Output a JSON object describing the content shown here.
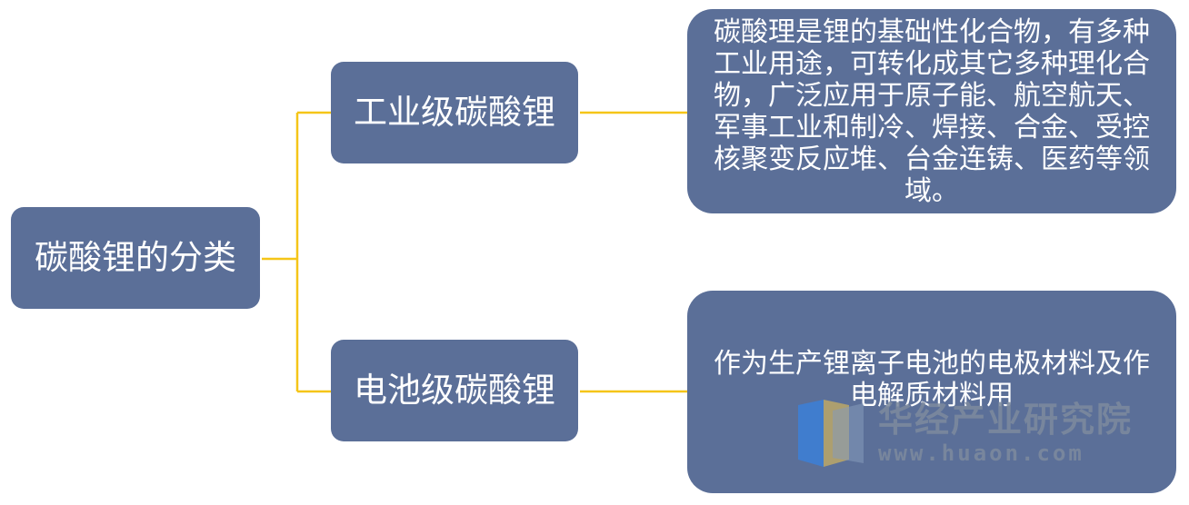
{
  "diagram": {
    "root": {
      "label": "碳酸锂的分类"
    },
    "branches": [
      {
        "label": "工业级碳酸锂",
        "description": "碳酸理是锂的基础性化合物，有多种工业用途，可转化成其它多种理化合物，广泛应用于原子能、航空航天、军事工业和制冷、焊接、合金、受控核聚变反应堆、台金连铸、医药等领域。"
      },
      {
        "label": "电池级碳酸锂",
        "description": "作为生产锂离子电池的电极材料及作电解质材料用"
      }
    ],
    "colors": {
      "node_fill": "#5b6f98",
      "node_text": "#ffffff",
      "connector": "#f5c518"
    }
  },
  "watermark": {
    "name": "华经产业研究院",
    "url": "www.huaon.com",
    "icon": "huajing-logo-icon"
  }
}
